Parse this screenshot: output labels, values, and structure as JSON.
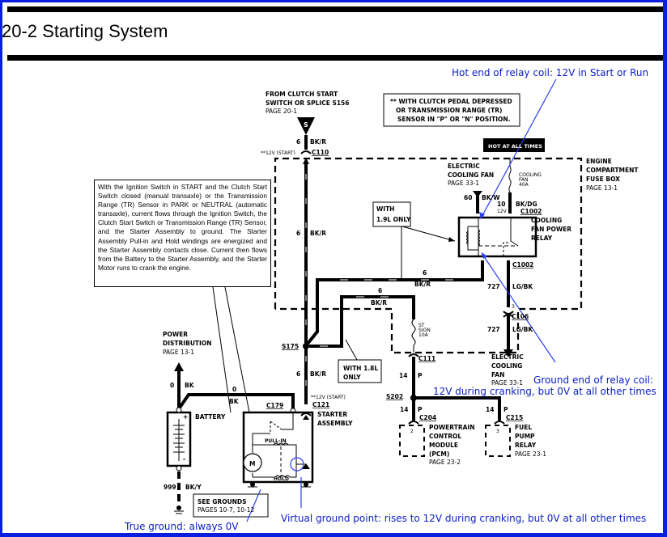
{
  "page": {
    "title": "20-2 Starting System"
  },
  "description": "With the Ignition Switch in START and the Clutch Start Switch closed (manual transaxle) or the Transmission Range (TR) Sensor in PARK or NEUTRAL (automatic transaxle), current flows through the Ignition Switch, the Clutch Start Switch or Transmission Range (TR) Sensor, and the Starter Assembly to ground. The Starter Assembly Pull-in and Hold windings are energized and the Starter Assembly contacts close. Current then flows from the Battery to the Starter Assembly, and the Starter Motor runs to crank the engine.",
  "note_box": {
    "line1": "** WITH CLUTCH PEDAL DEPRESSED",
    "line2": "OR TRANSMISSION RANGE (TR)",
    "line3": "SENSOR IN \"P\" OR \"N\" POSITION."
  },
  "hot_badge": "HOT AT ALL TIMES",
  "components": {
    "clutch_source": {
      "line1": "FROM CLUTCH START",
      "line2": "SWITCH OR SPLICE S156",
      "page": "PAGE 20-1",
      "symbol": "S"
    },
    "fuse_box": {
      "line1": "ENGINE",
      "line2": "COMPARTMENT",
      "line3": "FUSE BOX",
      "page": "PAGE 13-1"
    },
    "cooling_fan_top": {
      "line1": "ELECTRIC",
      "line2": "COOLING FAN",
      "page": "PAGE 33-1"
    },
    "fuse_cooling": {
      "line1": "COOLING",
      "line2": "FAN",
      "line3": "40A"
    },
    "relay": {
      "line1": "COOLING",
      "line2": "FAN POWER",
      "line3": "RELAY"
    },
    "with19": {
      "line1": "WITH",
      "line2": "1.9L ONLY"
    },
    "with18": {
      "line1": "WITH 1.8L",
      "line2": "ONLY"
    },
    "fuse_st": {
      "line1": "ST",
      "line2": "SIGN",
      "line3": "10A"
    },
    "cooling_fan_bottom": {
      "line1": "ELECTRIC",
      "line2": "COOLING",
      "line3": "FAN",
      "page": "PAGE 33-1"
    },
    "power_dist": {
      "line1": "POWER",
      "line2": "DISTRIBUTION",
      "page": "PAGE 13-1"
    },
    "battery": {
      "label": "BATTERY",
      "plus": "+",
      "minus": "-"
    },
    "starter": {
      "line1": "STARTER",
      "line2": "ASSEMBLY",
      "pull_in": "PULL-IN",
      "hold": "HOLD",
      "motor": "M"
    },
    "grounds": {
      "line1": "SEE GROUNDS",
      "line2": "PAGES 10-7, 10-12"
    },
    "pcm": {
      "line1": "POWERTRAIN",
      "line2": "CONTROL",
      "line3": "MODULE",
      "line4": "(PCM)",
      "page": "PAGE 23-2",
      "pin": "2"
    },
    "fuel_pump": {
      "line1": "FUEL",
      "line2": "PUMP",
      "line3": "RELAY",
      "page": "PAGE 23-1",
      "pin": "3"
    }
  },
  "connectors": {
    "c110": "C110",
    "c1002_top": "C1002",
    "c1002_bottom": "C1002",
    "c106": "C106",
    "c106_pin": "3",
    "c111": "C111",
    "c179": "C179",
    "c121": "C121",
    "c204": "C204",
    "c215": "C215",
    "s175": "S175",
    "s202": "S202"
  },
  "wires": {
    "clutch": {
      "gauge": "6",
      "color": "BK/R",
      "note": "**12V (START)"
    },
    "relay_60": {
      "gauge": "60",
      "color": "BK/W"
    },
    "relay_10": {
      "gauge": "10",
      "color": "BK/DG",
      "volt": "12V"
    },
    "horiz_top": {
      "gauge": "6",
      "color": "BK/R"
    },
    "horiz_18": {
      "gauge": "6",
      "color": "BK/R"
    },
    "vertical_fuse": {
      "gauge": "6",
      "color": "BK/R"
    },
    "lg_upper": {
      "gauge": "727",
      "color": "LG/BK"
    },
    "lg_lower": {
      "gauge": "727",
      "color": "LG/BK"
    },
    "s175_down": {
      "gauge": "6",
      "color": "BK/R",
      "note": "**12V (START)"
    },
    "pink_c111": {
      "gauge": "14",
      "color": "P"
    },
    "pink_pcm": {
      "gauge": "14",
      "color": "P"
    },
    "pink_fuel": {
      "gauge": "14",
      "color": "P"
    },
    "battery_up": {
      "gauge": "0",
      "color": "BK"
    },
    "battery_starter": {
      "gauge": "0",
      "color": "BK"
    },
    "battery_ground": {
      "gauge": "999",
      "color": "BK/Y"
    }
  },
  "annotations": {
    "hot_end": "Hot end of relay coil: 12V in Start or Run",
    "ground_end_line1": "Ground end of relay coil:",
    "ground_end_line2": "12V during cranking, but 0V at all other times",
    "true_ground": "True ground: always 0V",
    "virtual_ground": "Virtual ground point: rises to 12V during cranking, but 0V at all other times"
  },
  "colors": {
    "frame": "#0a1ee0",
    "annotation": "#0a1ec8",
    "wire": "#000000"
  }
}
